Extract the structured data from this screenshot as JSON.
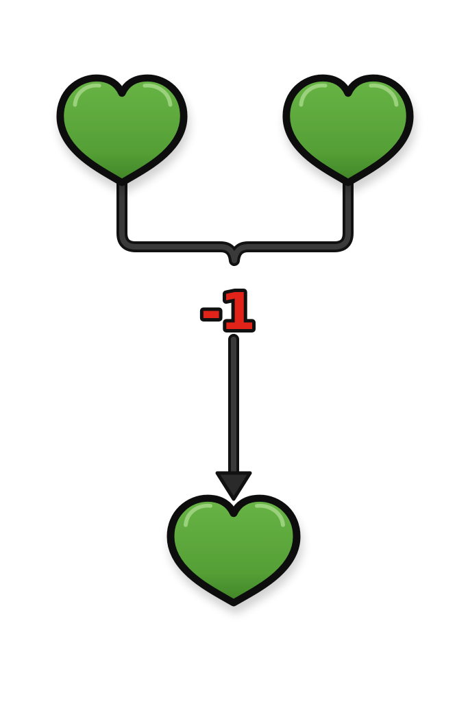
{
  "diagram": {
    "hearts": [
      {
        "id": "top-left",
        "color": "#5aa33c"
      },
      {
        "id": "top-right",
        "color": "#5aa33c"
      },
      {
        "id": "bottom",
        "color": "#5aa33c"
      }
    ],
    "change_label": "-1",
    "label_color": "#e2231a",
    "outline_color": "#111111",
    "connector_color": "#1c1c1c"
  }
}
